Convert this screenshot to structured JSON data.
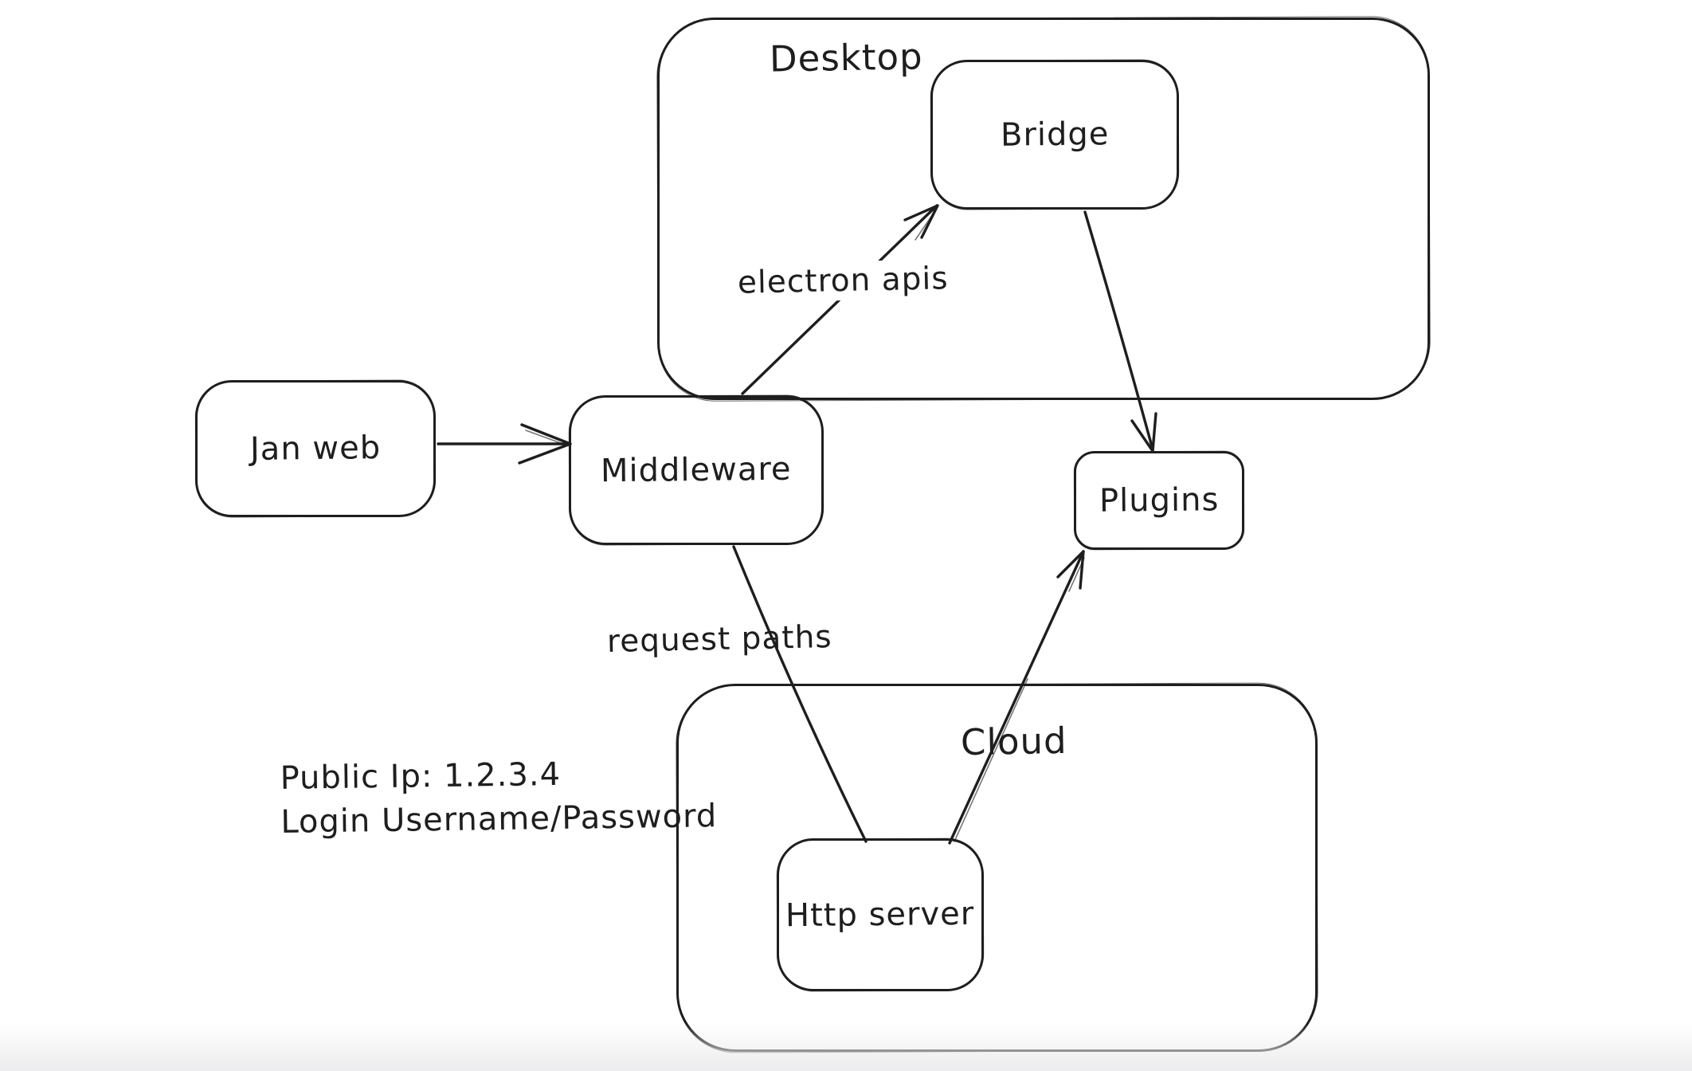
{
  "canvas": {
    "background_color": "#ffffff",
    "stroke_color": "#1e1e1e",
    "bottom_fade_color": "#ececee"
  },
  "containers": {
    "desktop": {
      "label": "Desktop"
    },
    "cloud": {
      "label": "Cloud"
    }
  },
  "nodes": {
    "jan_web": {
      "label": "Jan web"
    },
    "middleware": {
      "label": "Middleware"
    },
    "bridge": {
      "label": "Bridge"
    },
    "plugins": {
      "label": "Plugins"
    },
    "http_server": {
      "label": "Http server"
    }
  },
  "edge_labels": {
    "electron_apis": "electron apis",
    "request_paths": "request paths"
  },
  "edges": [
    {
      "from": "jan_web",
      "to": "middleware",
      "label": "",
      "arrowhead": "end"
    },
    {
      "from": "middleware",
      "to": "bridge",
      "label": "electron apis",
      "arrowhead": "end"
    },
    {
      "from": "bridge",
      "to": "plugins",
      "label": "",
      "arrowhead": "end"
    },
    {
      "from": "middleware",
      "to": "http_server",
      "label": "request paths",
      "arrowhead": "none"
    },
    {
      "from": "http_server",
      "to": "plugins",
      "label": "",
      "arrowhead": "end"
    }
  ],
  "annotations": {
    "public_ip": "Public Ip: 1.2.3.4",
    "login": "Login Username/Password"
  }
}
